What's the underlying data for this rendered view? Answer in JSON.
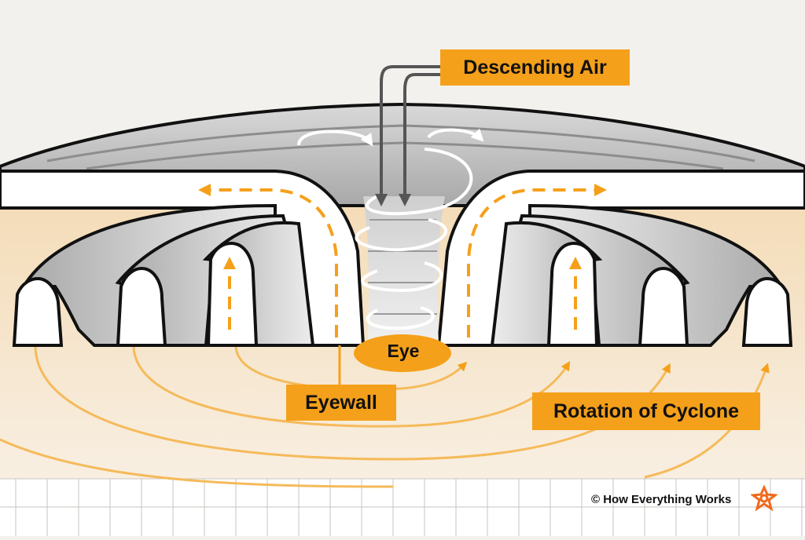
{
  "labels": {
    "descending_air": "Descending Air",
    "eye": "Eye",
    "eyewall": "Eyewall",
    "rotation": "Rotation of Cyclone"
  },
  "footer": {
    "credit": "© How Everything Works"
  },
  "colors": {
    "accent": "#f5a01a",
    "background": "#f3f1ed",
    "band_gray": "#cfcfcf",
    "outline": "#111111"
  },
  "icons": [
    "logo-icon"
  ]
}
